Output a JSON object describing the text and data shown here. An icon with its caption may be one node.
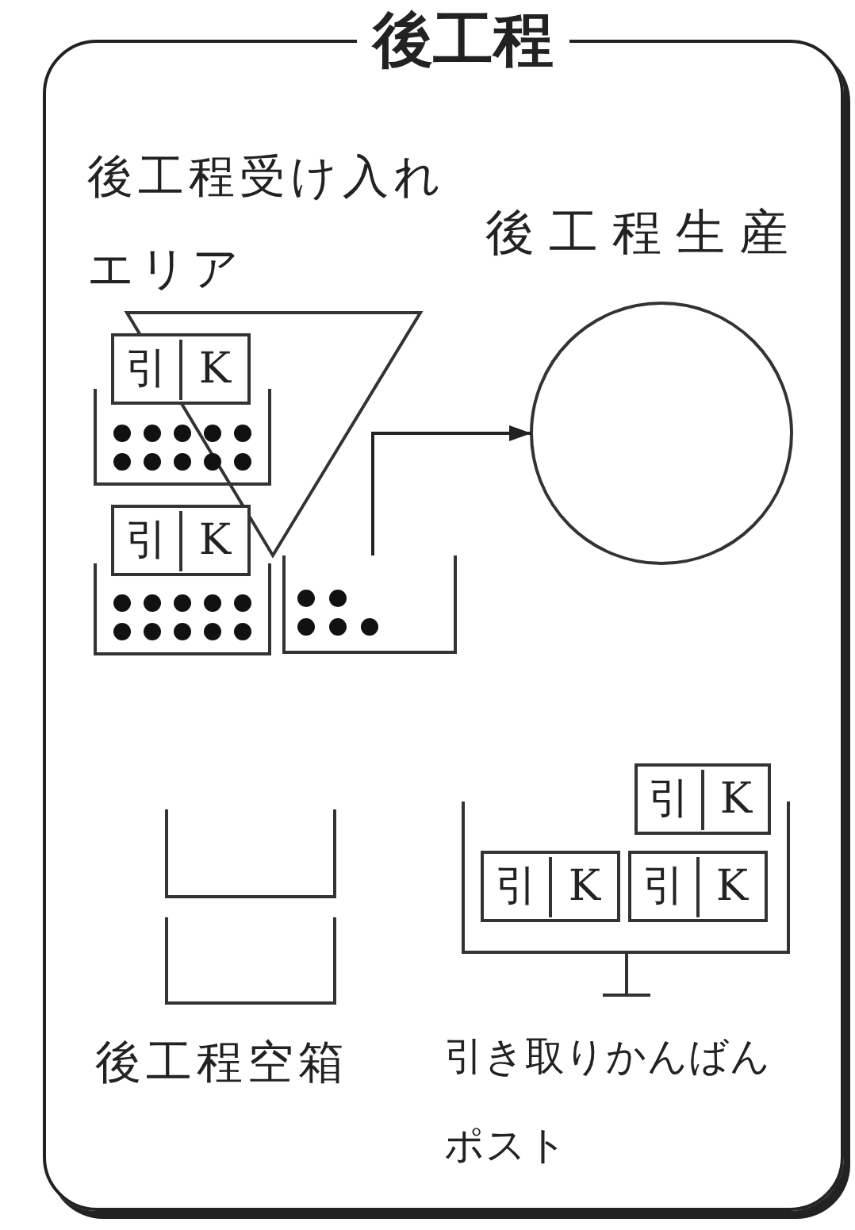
{
  "diagram": {
    "nodes": [
      {
        "text": [
          "後工程"
        ]
      },
      {
        "text": [
          "後工程生産"
        ],
        "in": 0
      },
      {
        "text": [
          "引",
          "K"
        ],
        "in": 0
      },
      {
        "text": [
          "引",
          "K"
        ],
        "in": 0
      },
      {
        "text": [],
        "shape": "box",
        "in": 0
      },
      {
        "text": [
          "引き取りかんばんポスト"
        ],
        "in": 0
      },
      {
        "text": [
          "引",
          "K"
        ],
        "in": 5
      },
      {
        "text": [
          "引",
          "K"
        ],
        "in": 5
      },
      {
        "text": [
          "引",
          "K"
        ],
        "in": 5
      }
    ],
    "edges": [
      {
        "from": 4,
        "to": 1,
        "arrow": "to"
      }
    ],
    "labels": [
      "後工程受け入れエリア",
      "後工程空箱"
    ]
  }
}
